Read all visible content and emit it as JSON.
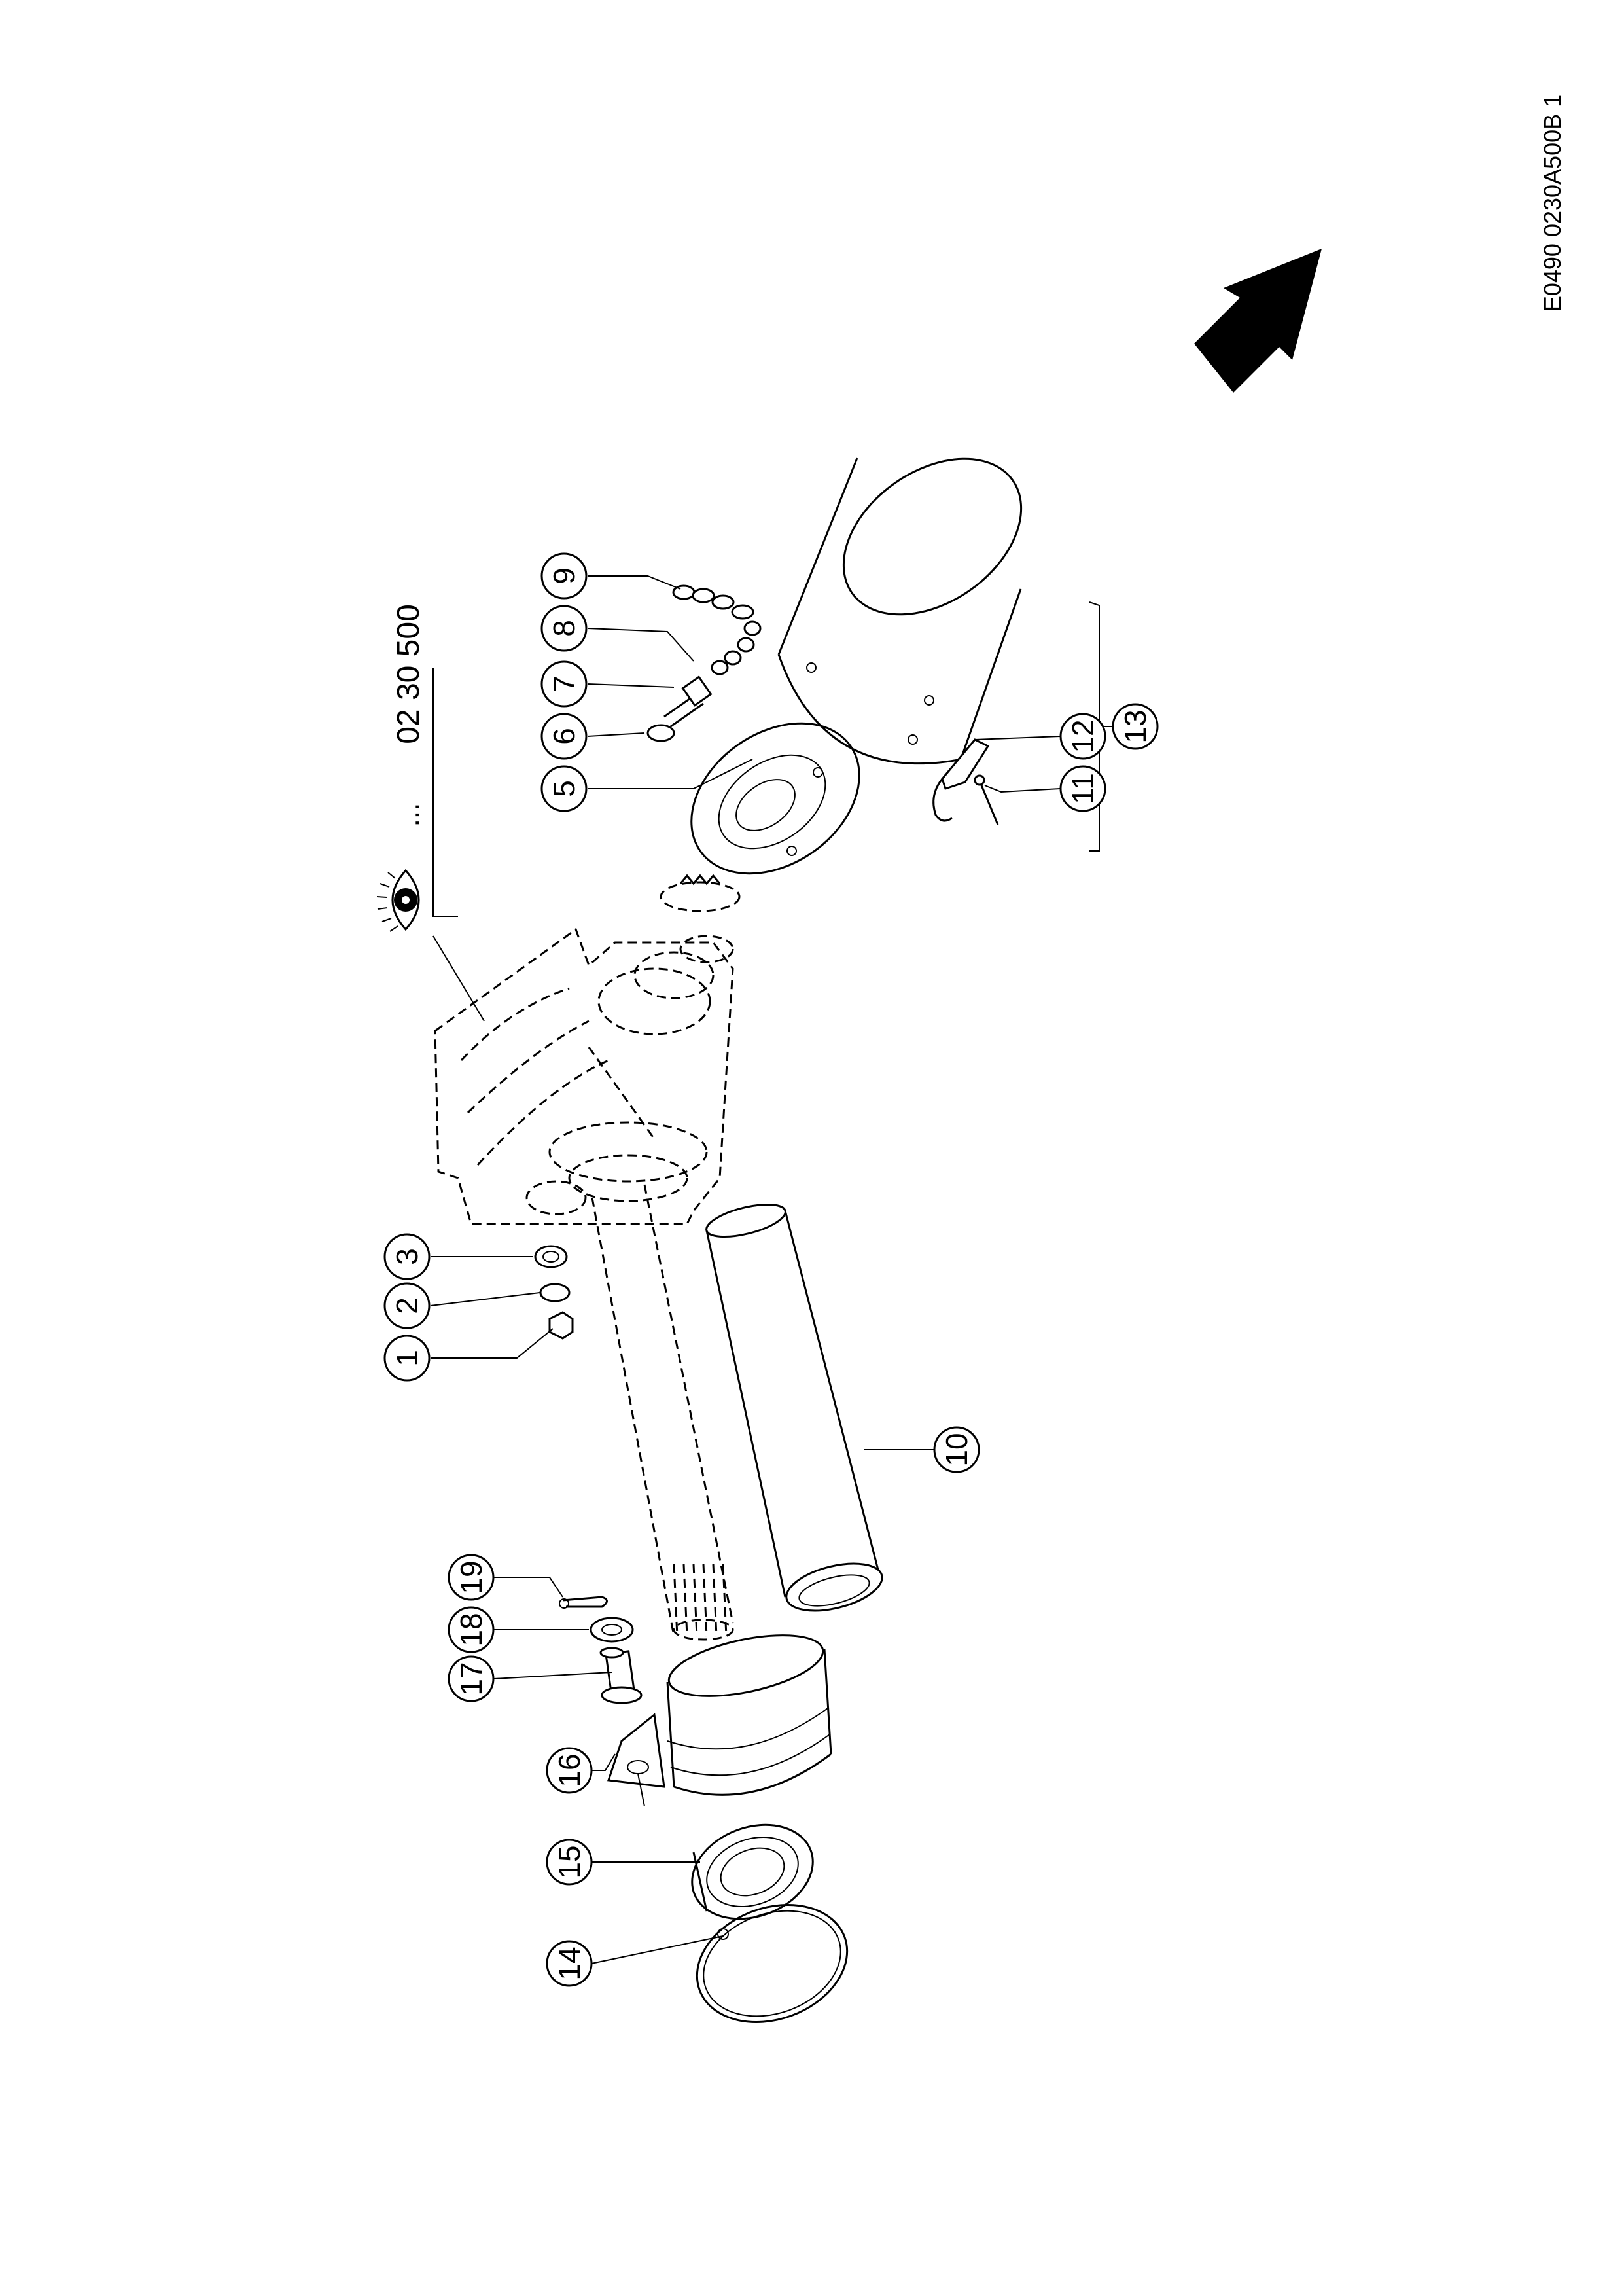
{
  "drawing_code": "E0490 0230A500B 1",
  "reference": {
    "prefix": "...",
    "number": "02 30 500",
    "icon": "eye-icon"
  },
  "callouts": [
    "1",
    "2",
    "3",
    "5",
    "6",
    "7",
    "8",
    "9",
    "10",
    "11",
    "12",
    "13",
    "14",
    "15",
    "16",
    "17",
    "18",
    "19"
  ],
  "direction_arrow": "arrow-icon"
}
